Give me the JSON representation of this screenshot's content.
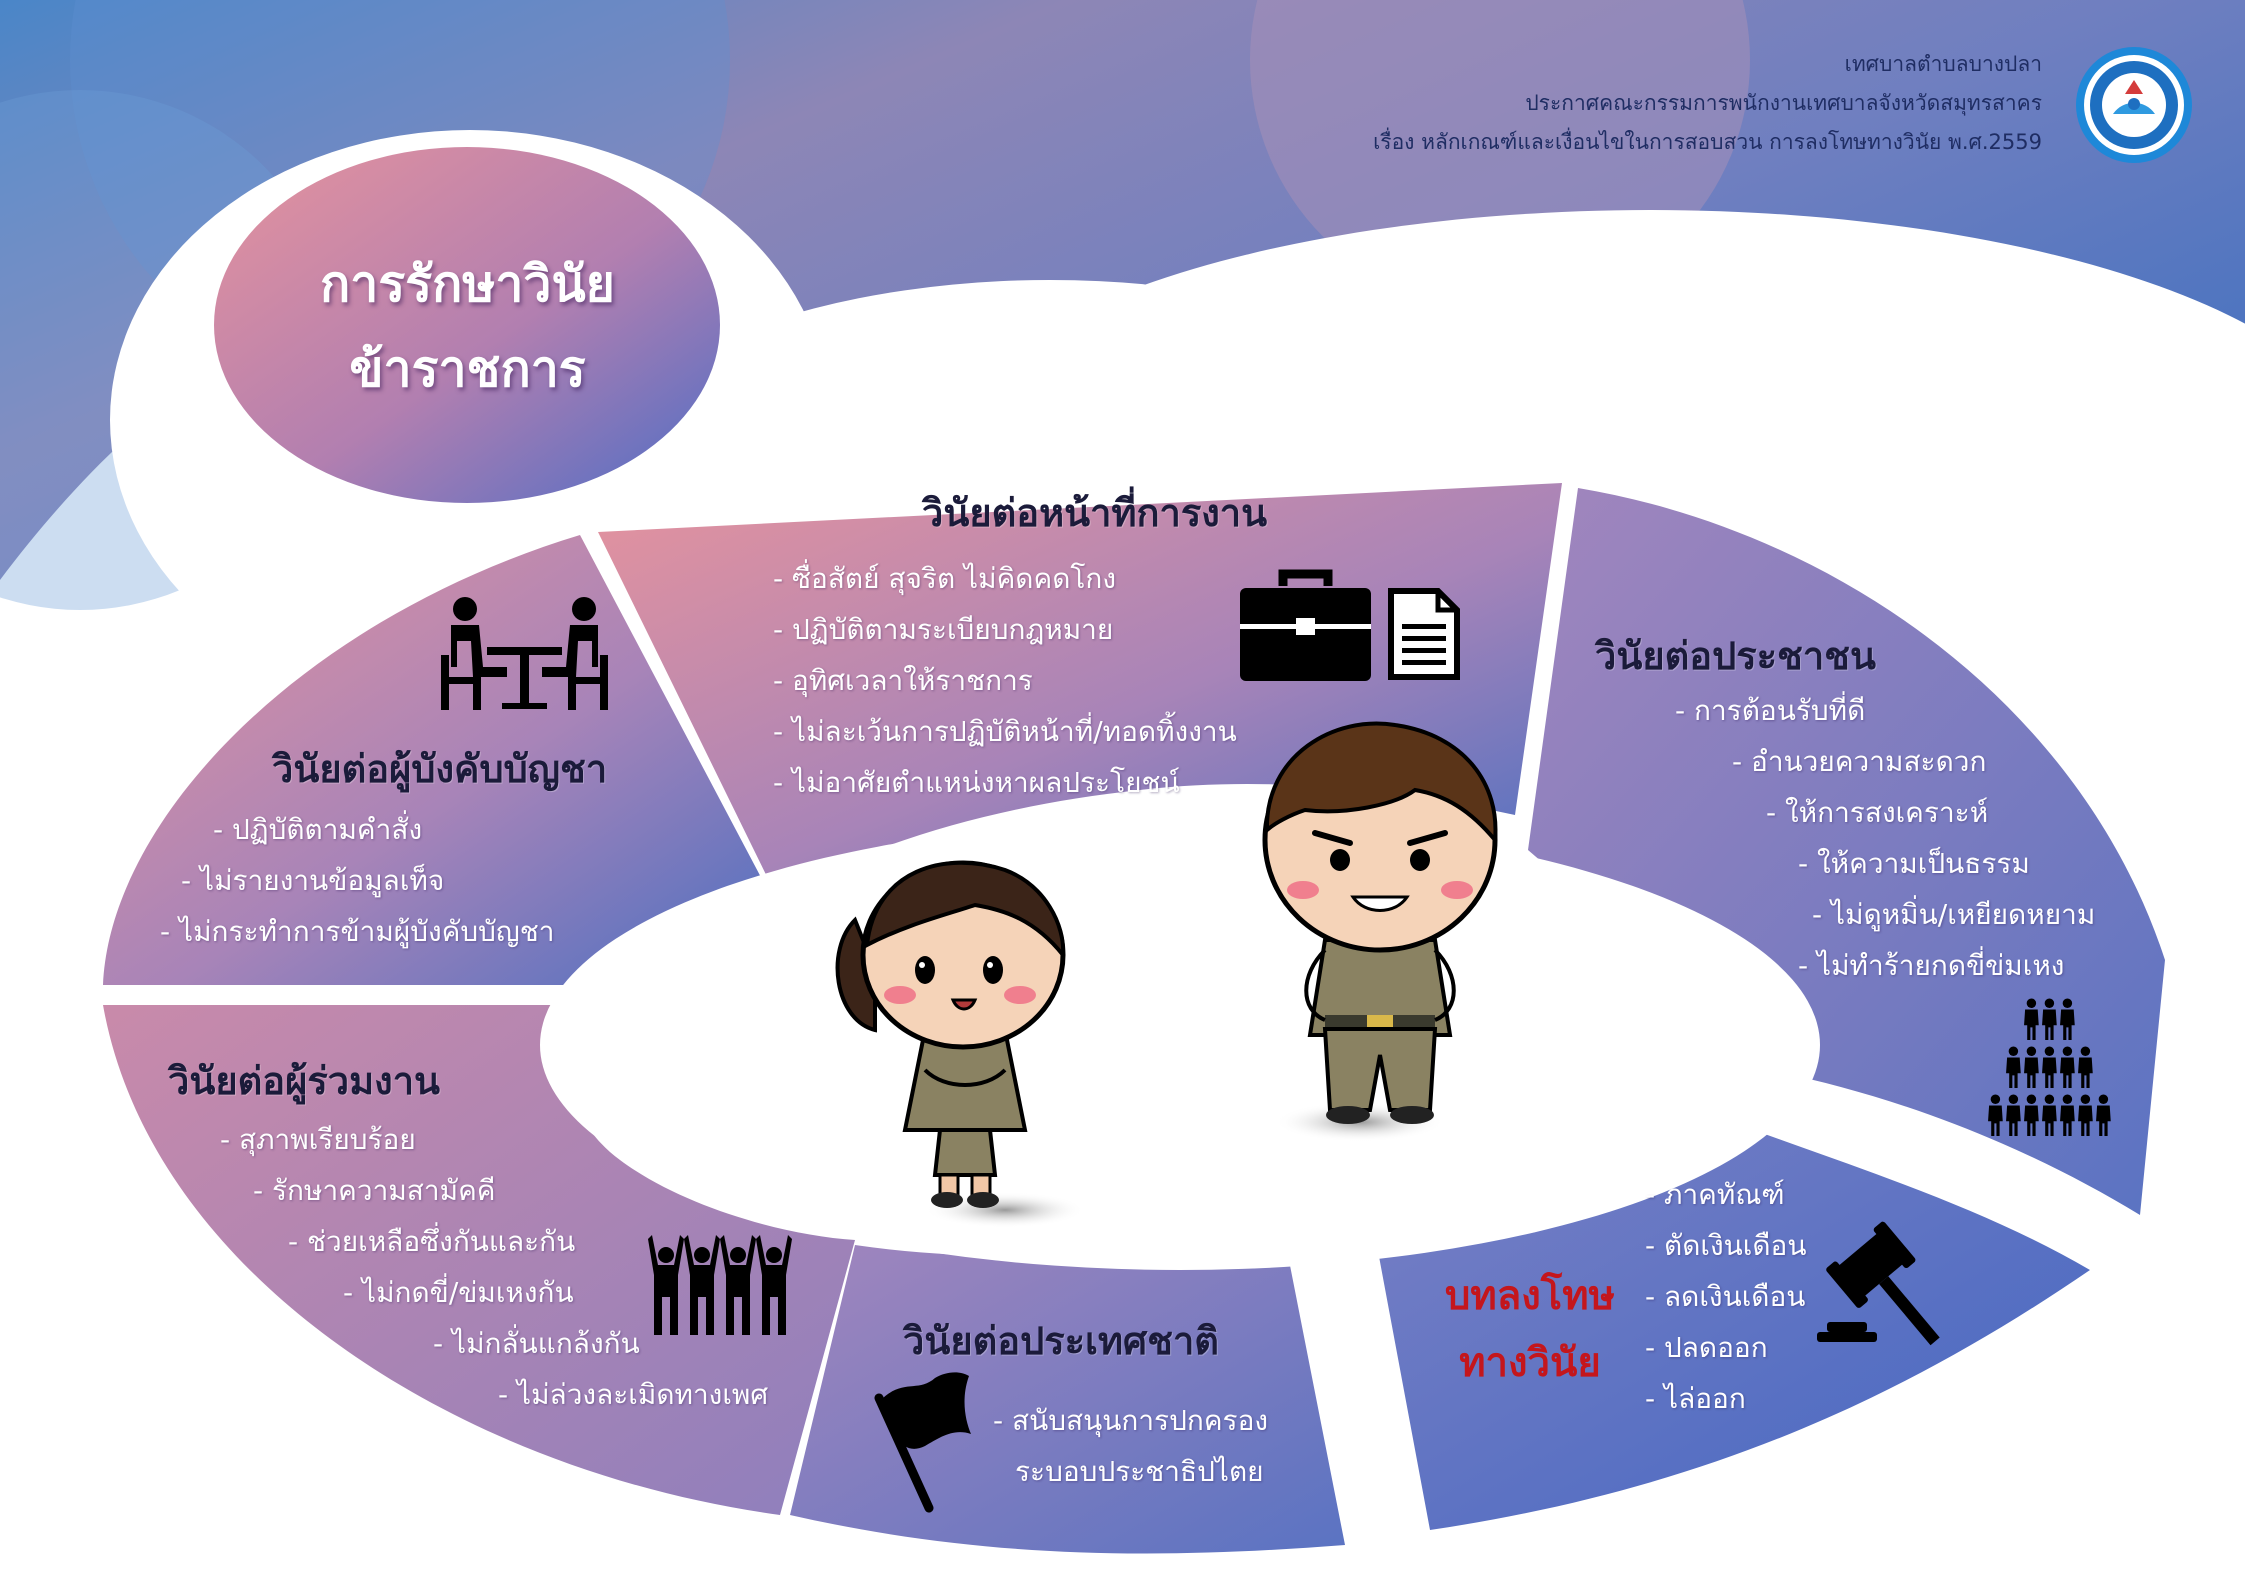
{
  "header": {
    "line1": "เทศบาลตำบลบางปลา",
    "line2": "ประกาศคณะกรรมการพนักงานเทศบาลจังหวัดสมุทรสาคร",
    "line3": "เรื่อง หลักเกณฑ์และเงื่อนไขในการสอบสวน การลงโทษทางวินัย พ.ศ.2559"
  },
  "title": {
    "line1": "การรักษาวินัย",
    "line2": "ข้าราชการ"
  },
  "colors": {
    "pink": "#e3949e",
    "purple": "#9a82bd",
    "blue": "#4a6fc2",
    "title_red": "#c4161c",
    "header_text": "#1f2d63"
  },
  "sections": {
    "work": {
      "title": "วินัยต่อหน้าที่การงาน",
      "items": [
        "- ซื่อสัตย์ สุจริต ไม่คิดคดโกง",
        "- ปฏิบัติตามระเบียบกฎหมาย",
        "- อุทิศเวลาให้ราชการ",
        "- ไม่ละเว้นการปฏิบัติหน้าที่/ทอดทิ้งงาน",
        "- ไม่อาศัยตำแหน่งหาผลประโยชน์"
      ]
    },
    "boss": {
      "title": "วินัยต่อผู้บังคับบัญชา",
      "items": [
        "- ปฏิบัติตามคำสั่ง",
        "- ไม่รายงานข้อมูลเท็จ",
        "- ไม่กระทำการข้ามผู้บังคับบัญชา"
      ]
    },
    "public": {
      "title": "วินัยต่อประชาชน",
      "items": [
        "- การต้อนรับที่ดี",
        "- อำนวยความสะดวก",
        "- ให้การสงเคราะห์",
        "- ให้ความเป็นธรรม",
        "- ไม่ดูหมิ่น/เหยียดหยาม",
        "- ไม่ทำร้ายกดขี่ข่มเหง"
      ]
    },
    "colleague": {
      "title": "วินัยต่อผู้ร่วมงาน",
      "items": [
        "- สุภาพเรียบร้อย",
        "- รักษาความสามัคคี",
        "- ช่วยเหลือซึ่งกันและกัน",
        "- ไม่กดขี่/ข่มเหงกัน",
        "- ไม่กลั่นแกล้งกัน",
        "- ไม่ล่วงละเมิดทางเพศ"
      ]
    },
    "nation": {
      "title": "วินัยต่อประเทศชาติ",
      "items": [
        "- สนับสนุนการปกครอง",
        "ระบอบประชาธิปไตย"
      ]
    },
    "punish": {
      "title_line1": "บทลงโทษ",
      "title_line2": "ทางวินัย",
      "items": [
        "- ภาคทัณฑ์",
        "- ตัดเงินเดือน",
        "- ลดเงินเดือน",
        "- ปลดออก",
        "- ไล่ออก"
      ]
    }
  },
  "icons": [
    "seal-logo-icon",
    "briefcase-icon",
    "document-icon",
    "meeting-table-icon",
    "crowd-icon",
    "team-icon",
    "flag-icon",
    "gavel-icon",
    "female-officer-icon",
    "male-officer-icon"
  ]
}
